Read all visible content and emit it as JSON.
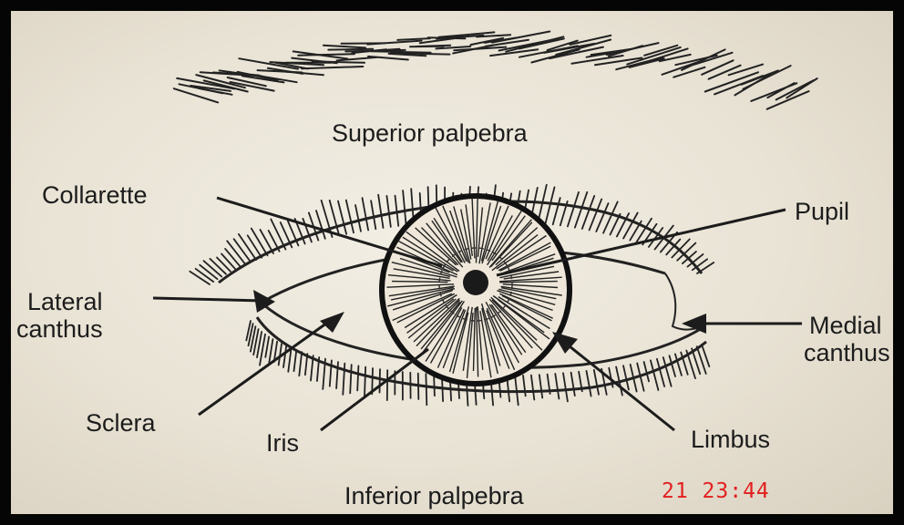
{
  "labels": {
    "superior_palpebra": "Superior palpebra",
    "collarette": "Collarette",
    "pupil": "Pupil",
    "lateral_canthus_line1": "Lateral",
    "lateral_canthus_line2": "canthus",
    "medial_canthus_line1": "Medial",
    "medial_canthus_line2": "canthus",
    "sclera": "Sclera",
    "iris": "Iris",
    "limbus": "Limbus",
    "inferior_palpebra": "Inferior palpebra"
  },
  "timestamp": "21 23:44",
  "colors": {
    "paper": "#ece6d8",
    "ink": "#1c1c1c",
    "timestamp": "#e21f1f",
    "frame": "#050505"
  }
}
